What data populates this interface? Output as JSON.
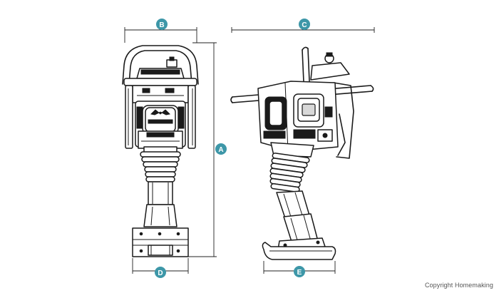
{
  "dimension_labels": {
    "a": "A",
    "b": "B",
    "c": "C",
    "d": "D",
    "e": "E"
  },
  "copyright": "Copyright  Homemaking",
  "colors": {
    "badge": "#3d97a8",
    "line": "#1a1a1a"
  },
  "icons": {
    "logo": "winged-emblem-icon"
  }
}
